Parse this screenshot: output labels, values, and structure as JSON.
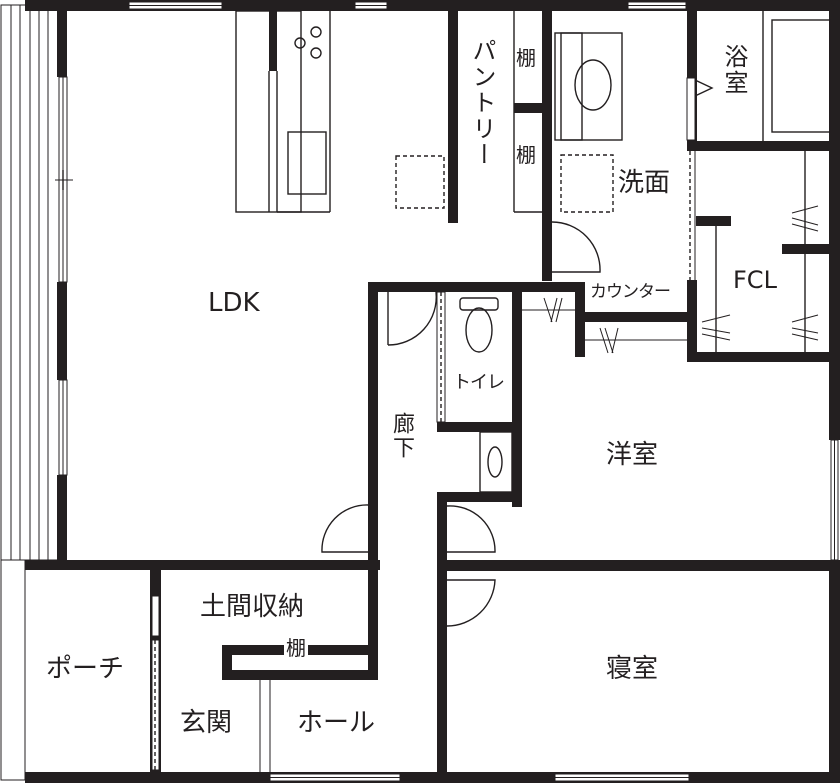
{
  "plan": {
    "rooms": {
      "ldk": "LDK",
      "pantry": "パントリー",
      "shelf_pantry_top": "棚",
      "shelf_pantry_bottom": "棚",
      "bath": "浴室",
      "washroom": "洗面",
      "counter": "カウンター",
      "fcl": "FCL",
      "toilet": "トイレ",
      "hallway": "廊下",
      "western_room": "洋室",
      "bedroom": "寝室",
      "earth_floor_storage": "土間収納",
      "shelf_storage": "棚",
      "porch": "ポーチ",
      "entrance": "玄関",
      "hall": "ホール"
    },
    "colors": {
      "wall": "#231f20",
      "background": "#ffffff"
    }
  }
}
